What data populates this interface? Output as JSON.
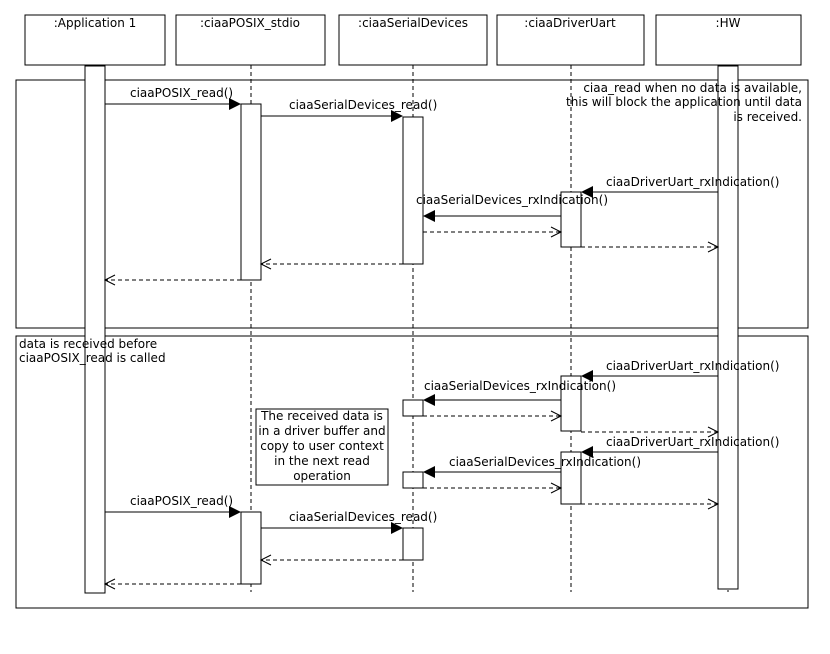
{
  "participants": [
    {
      "id": "app",
      "label": ":Application 1"
    },
    {
      "id": "stdio",
      "label": ":ciaaPOSIX_stdio"
    },
    {
      "id": "serial",
      "label": ":ciaaSerialDevices"
    },
    {
      "id": "uart",
      "label": ":ciaaDriverUart"
    },
    {
      "id": "hw",
      "label": ":HW"
    }
  ],
  "fragments": [
    {
      "note_lines": [
        "ciaa_read when no data is available,",
        "this will block the application until data",
        "is received."
      ]
    },
    {
      "note_lines": [
        "data is received before",
        "ciaaPOSIX_read is called"
      ]
    }
  ],
  "messages": [
    {
      "from": "app",
      "to": "stdio",
      "type": "sync",
      "label": "ciaaPOSIX_read()"
    },
    {
      "from": "stdio",
      "to": "serial",
      "type": "sync",
      "label": "ciaaSerialDevices_read()"
    },
    {
      "from": "hw",
      "to": "uart",
      "type": "sync",
      "label": "ciaaDriverUart_rxIndication()"
    },
    {
      "from": "uart",
      "to": "serial",
      "type": "sync",
      "label": "ciaaSerialDevices_rxIndication()"
    },
    {
      "from": "serial",
      "to": "uart",
      "type": "return",
      "label": ""
    },
    {
      "from": "uart",
      "to": "hw",
      "type": "return",
      "label": ""
    },
    {
      "from": "serial",
      "to": "stdio",
      "type": "return",
      "label": ""
    },
    {
      "from": "stdio",
      "to": "app",
      "type": "return",
      "label": ""
    },
    {
      "from": "hw",
      "to": "uart",
      "type": "sync",
      "label": "ciaaDriverUart_rxIndication()"
    },
    {
      "from": "uart",
      "to": "serial",
      "type": "sync",
      "label": "ciaaSerialDevices_rxIndication()"
    },
    {
      "from": "serial",
      "to": "uart",
      "type": "return",
      "label": ""
    },
    {
      "from": "uart",
      "to": "hw",
      "type": "return",
      "label": ""
    },
    {
      "from": "hw",
      "to": "uart",
      "type": "sync",
      "label": "ciaaDriverUart_rxIndication()"
    },
    {
      "from": "uart",
      "to": "serial",
      "type": "sync",
      "label": "ciaaSerialDevices_rxIndication()"
    },
    {
      "from": "serial",
      "to": "uart",
      "type": "return",
      "label": ""
    },
    {
      "from": "uart",
      "to": "hw",
      "type": "return",
      "label": ""
    },
    {
      "from": "app",
      "to": "stdio",
      "type": "sync",
      "label": "ciaaPOSIX_read()"
    },
    {
      "from": "stdio",
      "to": "serial",
      "type": "sync",
      "label": "ciaaSerialDevices_read()"
    },
    {
      "from": "serial",
      "to": "stdio",
      "type": "return",
      "label": ""
    },
    {
      "from": "stdio",
      "to": "app",
      "type": "return",
      "label": ""
    }
  ],
  "note": {
    "lines": [
      "The received data is",
      "in a driver buffer and",
      "copy to user context",
      "in the next read",
      "operation"
    ]
  }
}
